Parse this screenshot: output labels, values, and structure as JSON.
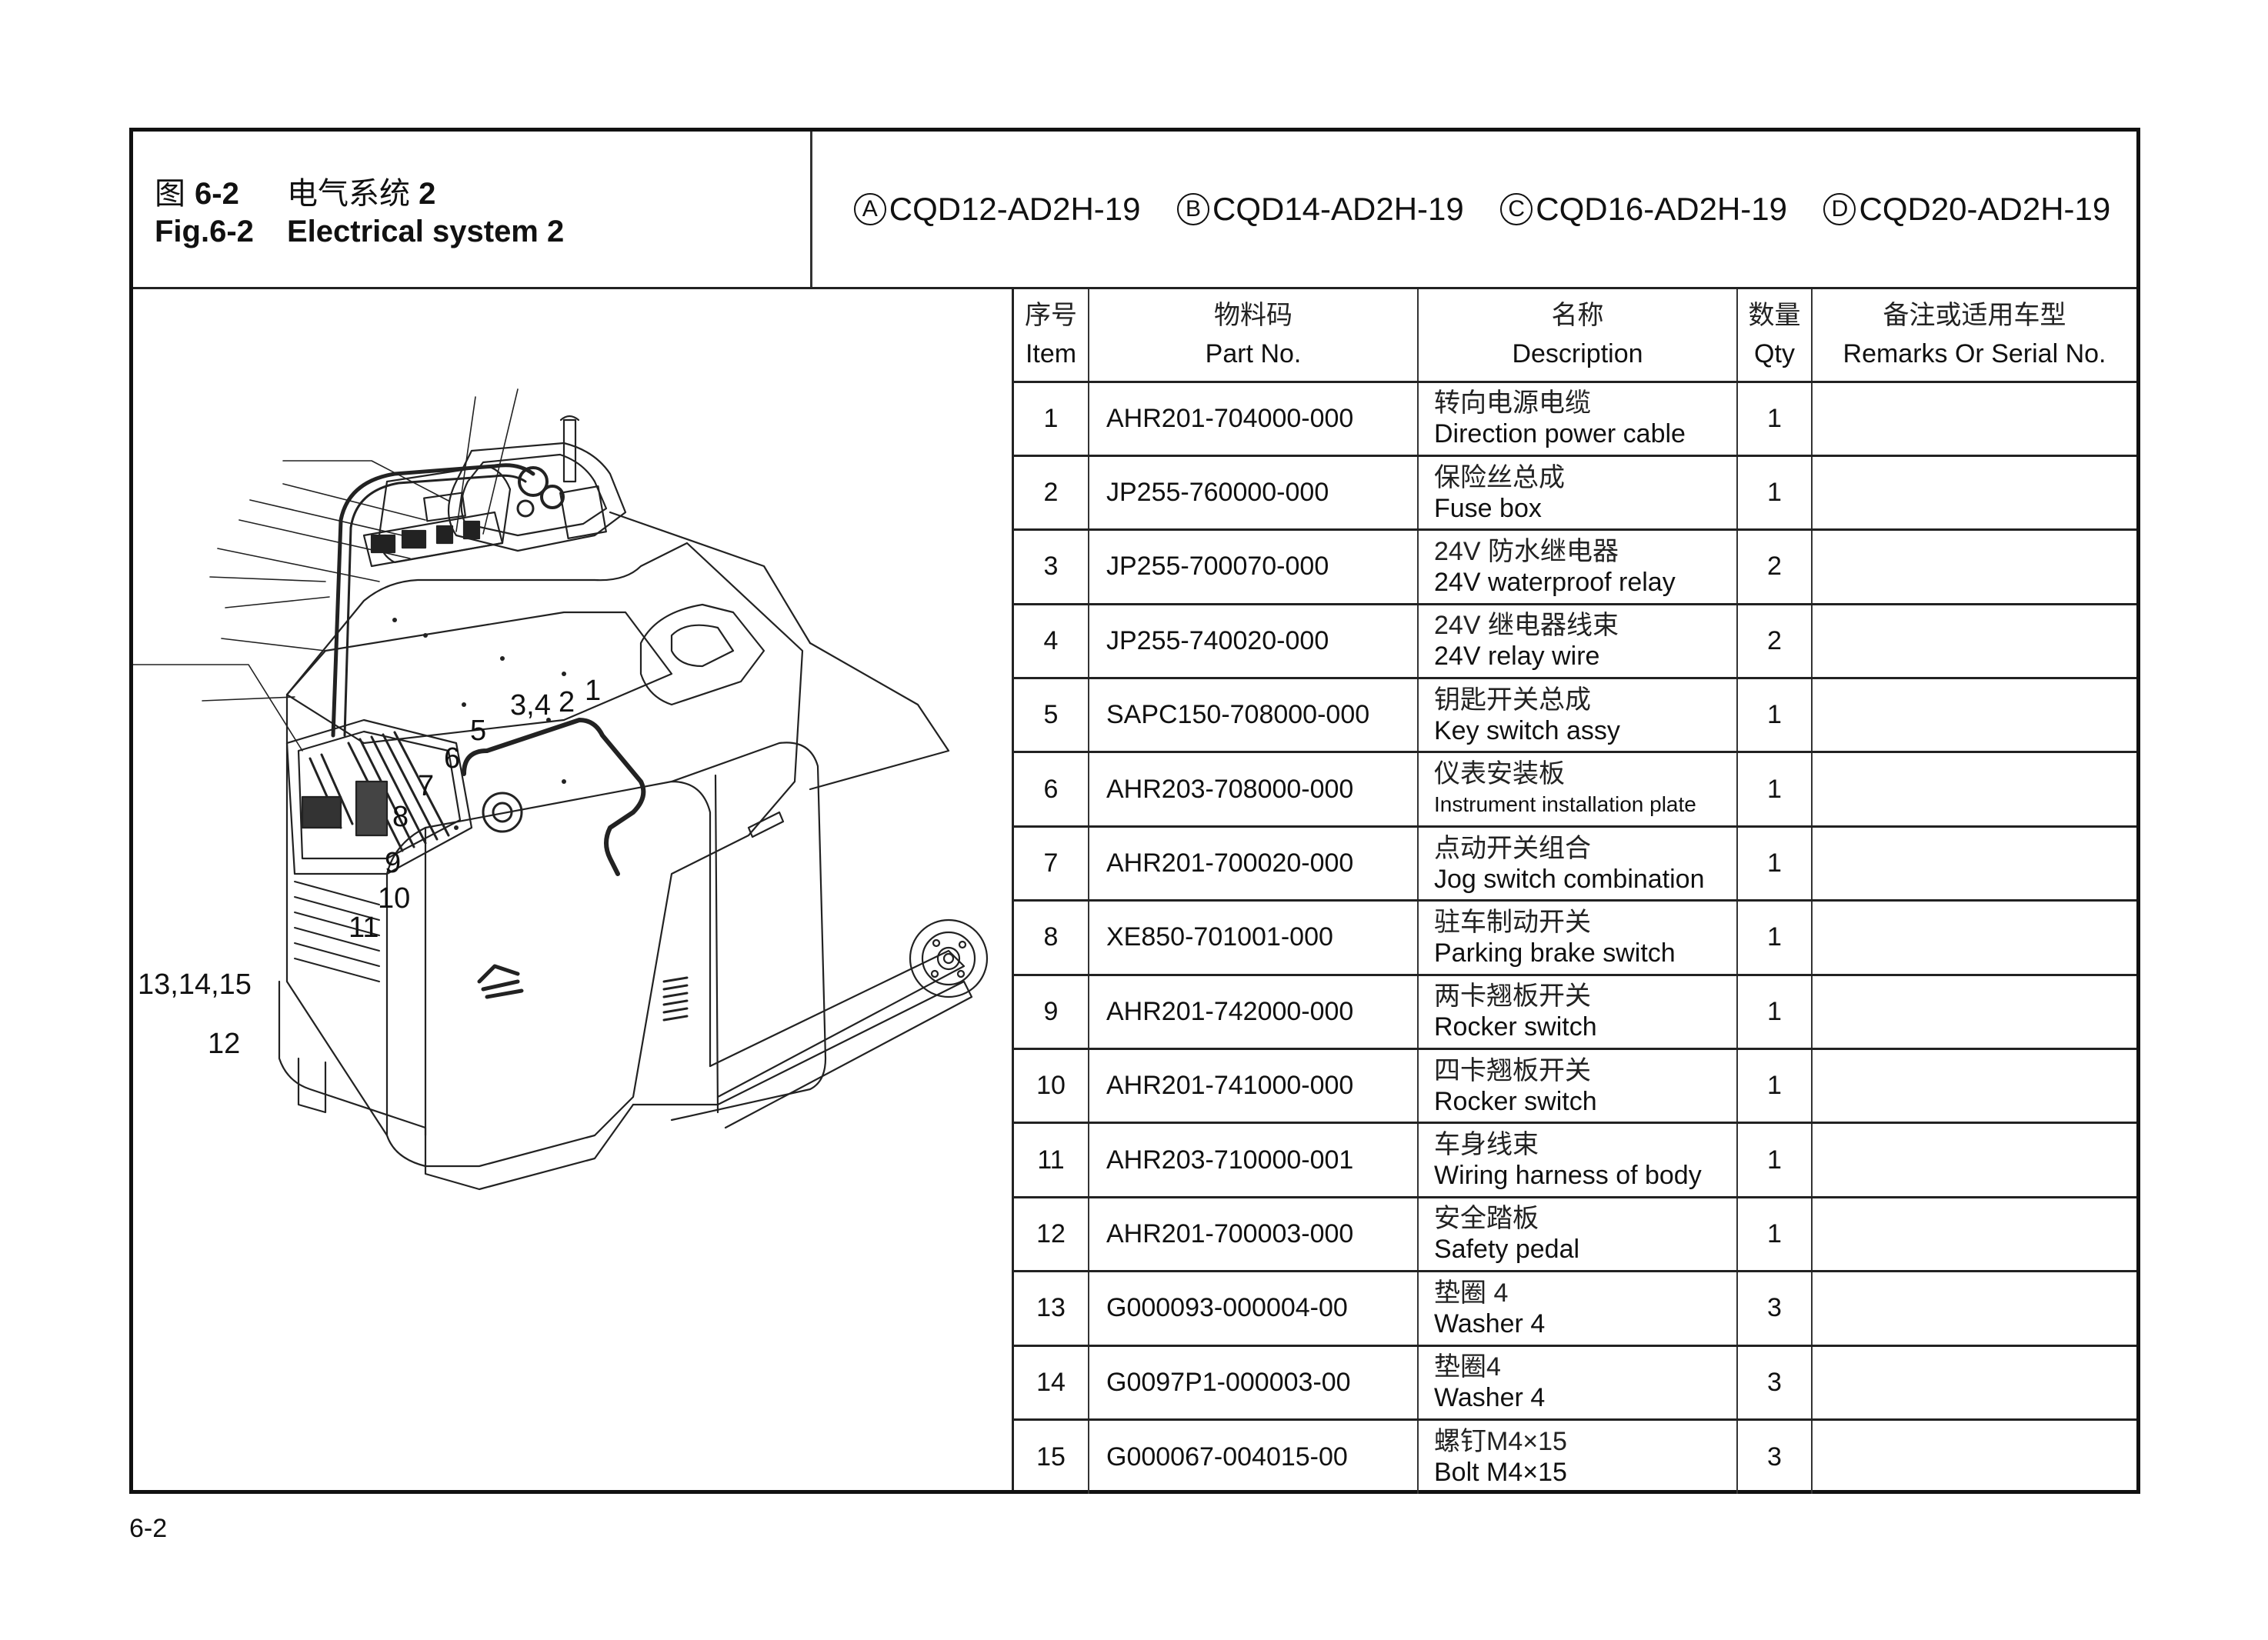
{
  "header": {
    "title_cn_prefix": "图",
    "title_cn_number": "6-2",
    "title_cn_text": "电气系统",
    "title_cn_suffix": "2",
    "title_en_number": "Fig.6-2",
    "title_en_text": "Electrical system 2",
    "models": [
      {
        "badge": "A",
        "name": "CQD12-AD2H-19"
      },
      {
        "badge": "B",
        "name": "CQD14-AD2H-19"
      },
      {
        "badge": "C",
        "name": "CQD16-AD2H-19"
      },
      {
        "badge": "D",
        "name": "CQD20-AD2H-19"
      }
    ]
  },
  "diagram": {
    "description": "Exploded line drawing of electric pallet truck showing electrical components",
    "callouts": [
      {
        "label": "1"
      },
      {
        "label": "2"
      },
      {
        "label": "3,4"
      },
      {
        "label": "5"
      },
      {
        "label": "6"
      },
      {
        "label": "7"
      },
      {
        "label": "8"
      },
      {
        "label": "9"
      },
      {
        "label": "10"
      },
      {
        "label": "11"
      },
      {
        "label": "13,14,15"
      },
      {
        "label": "12"
      }
    ]
  },
  "table": {
    "columns": [
      {
        "cn": "序号",
        "en": "Item"
      },
      {
        "cn": "物料码",
        "en": "Part No."
      },
      {
        "cn": "名称",
        "en": "Description"
      },
      {
        "cn": "数量",
        "en": "Qty"
      },
      {
        "cn": "备注或适用车型",
        "en": "Remarks Or Serial No."
      }
    ],
    "rows": [
      {
        "item": "1",
        "part_no": "AHR201-704000-000",
        "desc_cn": "转向电源电缆",
        "desc_en": "Direction power cable",
        "qty": "1",
        "remarks": ""
      },
      {
        "item": "2",
        "part_no": "JP255-760000-000",
        "desc_cn": "保险丝总成",
        "desc_en": "Fuse box",
        "qty": "1",
        "remarks": ""
      },
      {
        "item": "3",
        "part_no": "JP255-700070-000",
        "desc_cn": "24V 防水继电器",
        "desc_en": "24V waterproof relay",
        "qty": "2",
        "remarks": ""
      },
      {
        "item": "4",
        "part_no": "JP255-740020-000",
        "desc_cn": "24V 继电器线束",
        "desc_en": "24V relay wire",
        "qty": "2",
        "remarks": ""
      },
      {
        "item": "5",
        "part_no": "SAPC150-708000-000",
        "desc_cn": "钥匙开关总成",
        "desc_en": "Key switch assy",
        "qty": "1",
        "remarks": ""
      },
      {
        "item": "6",
        "part_no": "AHR203-708000-000",
        "desc_cn": "仪表安装板",
        "desc_en": "Instrument installation plate",
        "qty": "1",
        "remarks": ""
      },
      {
        "item": "7",
        "part_no": "AHR201-700020-000",
        "desc_cn": "点动开关组合",
        "desc_en": "Jog switch combination",
        "qty": "1",
        "remarks": ""
      },
      {
        "item": "8",
        "part_no": "XE850-701001-000",
        "desc_cn": "驻车制动开关",
        "desc_en": "Parking brake switch",
        "qty": "1",
        "remarks": ""
      },
      {
        "item": "9",
        "part_no": "AHR201-742000-000",
        "desc_cn": "两卡翘板开关",
        "desc_en": "Rocker switch",
        "qty": "1",
        "remarks": ""
      },
      {
        "item": "10",
        "part_no": "AHR201-741000-000",
        "desc_cn": "四卡翘板开关",
        "desc_en": "Rocker switch",
        "qty": "1",
        "remarks": ""
      },
      {
        "item": "11",
        "part_no": "AHR203-710000-001",
        "desc_cn": "车身线束",
        "desc_en": "Wiring harness of body",
        "qty": "1",
        "remarks": ""
      },
      {
        "item": "12",
        "part_no": "AHR201-700003-000",
        "desc_cn": "安全踏板",
        "desc_en": "Safety pedal",
        "qty": "1",
        "remarks": ""
      },
      {
        "item": "13",
        "part_no": "G000093-000004-00",
        "desc_cn": "垫圈 4",
        "desc_en": "Washer 4",
        "qty": "3",
        "remarks": ""
      },
      {
        "item": "14",
        "part_no": "G0097P1-000003-00",
        "desc_cn": "垫圈4",
        "desc_en": "Washer 4",
        "qty": "3",
        "remarks": ""
      },
      {
        "item": "15",
        "part_no": "G000067-004015-00",
        "desc_cn": "螺钉M4×15",
        "desc_en": "Bolt M4×15",
        "qty": "3",
        "remarks": ""
      }
    ]
  },
  "footer": {
    "page_number": "6-2"
  }
}
